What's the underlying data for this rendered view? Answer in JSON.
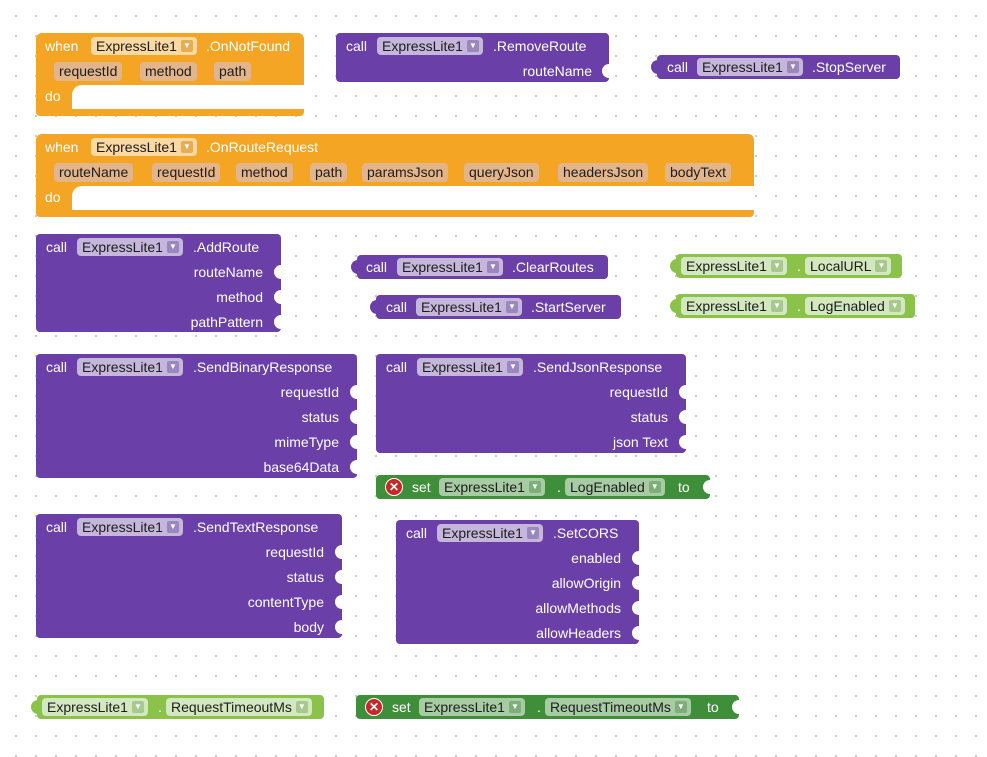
{
  "colors": {
    "procedure": "#6b3fa8",
    "event": "#f5a524",
    "getter": "#8bc34a",
    "setter": "#3f8f3a",
    "error": "#c62828"
  },
  "component": "ExpressLite1",
  "keywords": {
    "when": "when",
    "do": "do",
    "call": "call",
    "set": "set",
    "to": "to",
    "dot": "."
  },
  "events": {
    "on_not_found": {
      "name": ".OnNotFound",
      "params": [
        "requestId",
        "method",
        "path"
      ]
    },
    "on_route_request": {
      "name": ".OnRouteRequest",
      "params": [
        "routeName",
        "requestId",
        "method",
        "path",
        "paramsJson",
        "queryJson",
        "headersJson",
        "bodyText"
      ]
    }
  },
  "methods": {
    "remove_route": {
      "name": ".RemoveRoute",
      "sockets": [
        "routeName"
      ]
    },
    "stop_server": {
      "name": ".StopServer"
    },
    "add_route": {
      "name": ".AddRoute",
      "sockets": [
        "routeName",
        "method",
        "pathPattern"
      ]
    },
    "clear_routes": {
      "name": ".ClearRoutes"
    },
    "start_server": {
      "name": ".StartServer"
    },
    "send_binary_response": {
      "name": ".SendBinaryResponse",
      "sockets": [
        "requestId",
        "status",
        "mimeType",
        "base64Data"
      ]
    },
    "send_json_response": {
      "name": ".SendJsonResponse",
      "sockets": [
        "requestId",
        "status",
        "json Text"
      ]
    },
    "send_text_response": {
      "name": ".SendTextResponse",
      "sockets": [
        "requestId",
        "status",
        "contentType",
        "body"
      ]
    },
    "set_cors": {
      "name": ".SetCORS",
      "sockets": [
        "enabled",
        "allowOrigin",
        "allowMethods",
        "allowHeaders"
      ]
    }
  },
  "properties": {
    "local_url": "LocalURL",
    "log_enabled": "LogEnabled",
    "request_timeout_ms": "RequestTimeoutMs"
  },
  "icons": {
    "dropdown": "caret-down-icon",
    "error": "error-x-icon"
  }
}
